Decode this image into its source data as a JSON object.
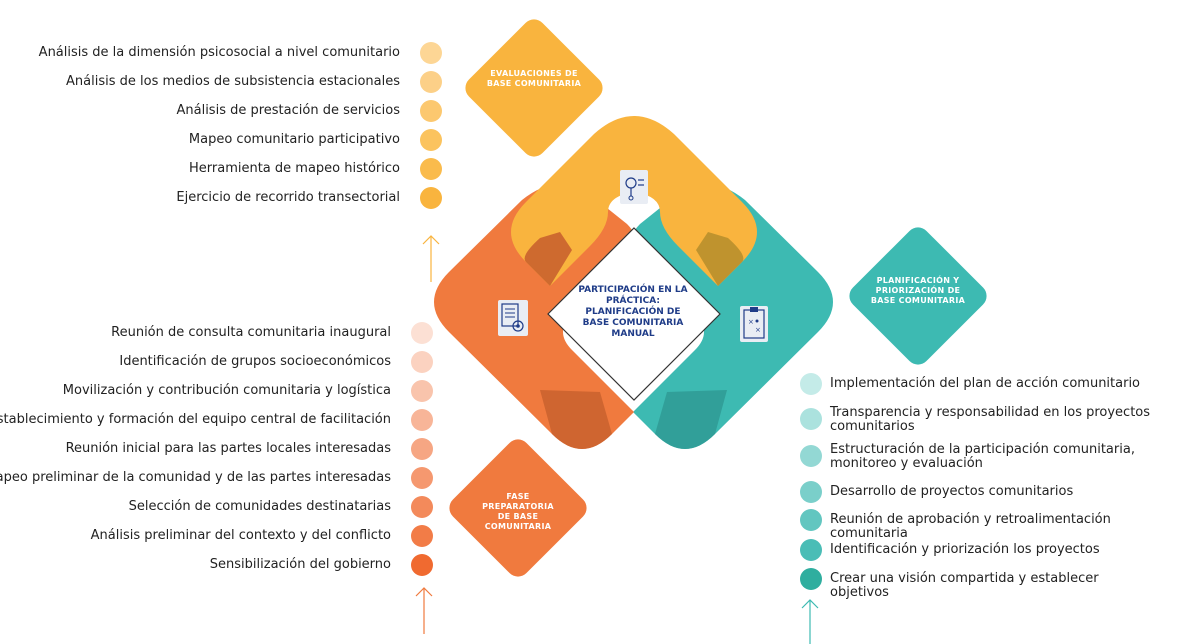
{
  "center_title": "PARTICIPACIÓN EN LA PRÁCTICA: PLANIFICACIÓN DE BASE COMUNITARIA MANUAL",
  "phases": {
    "evaluaciones": {
      "label": "EVALUACIONES DE BASE COMUNITARIA",
      "color": "#f9b43e"
    },
    "planificacion": {
      "label": "PLANIFICACIÓN Y PRIORIZACIÓN DE BASE COMUNITARIA",
      "color": "#3dbab2"
    },
    "preparatoria": {
      "label": "FASE PREPARATORIA DE BASE COMUNITARIA",
      "color": "#f07a3e"
    }
  },
  "evaluaciones_items": [
    {
      "text": "Análisis de la dimensión psicosocial a nivel comunitario",
      "color": "#fdd695"
    },
    {
      "text": "Análisis de los medios de subsistencia estacionales",
      "color": "#fcd088"
    },
    {
      "text": "Análisis de prestación de servicios",
      "color": "#fcc86f"
    },
    {
      "text": "Mapeo comunitario participativo",
      "color": "#fbc35e"
    },
    {
      "text": "Herramienta de mapeo histórico",
      "color": "#fabb4c"
    },
    {
      "text": "Ejercicio de recorrido transectorial",
      "color": "#f9b43e"
    }
  ],
  "preparatoria_items": [
    {
      "text": "Reunión de consulta comunitaria inaugural",
      "color": "#fce0d4"
    },
    {
      "text": "Identificación de grupos socioeconómicos",
      "color": "#fbd2c0"
    },
    {
      "text": "Movilización y contribución comunitaria y logística",
      "color": "#f9c4ac"
    },
    {
      "text": "Establecimiento y formación del equipo central de facilitación",
      "color": "#f8b598"
    },
    {
      "text": "Reunión inicial para las partes locales interesadas",
      "color": "#f6a683"
    },
    {
      "text": "Mapeo preliminar de la comunidad y de las partes interesadas",
      "color": "#f5986f"
    },
    {
      "text": "Selección de comunidades destinatarias",
      "color": "#f38a5b"
    },
    {
      "text": "Análisis preliminar del contexto y del conflicto",
      "color": "#f27c47"
    },
    {
      "text": "Sensibilización del gobierno",
      "color": "#f06a30"
    }
  ],
  "planificacion_items": [
    {
      "text": "Implementación del plan de acción comunitario",
      "color": "#c4ebe8"
    },
    {
      "text": "Transparencia y responsabilidad en los proyectos comunitarios",
      "color": "#abe2de"
    },
    {
      "text": "Estructuración de la participación comunitaria, monitoreo y evaluación",
      "color": "#93d8d4"
    },
    {
      "text": "Desarrollo de proyectos comunitarios",
      "color": "#7acfca"
    },
    {
      "text": "Reunión de aprobación y retroalimentación comunitaria",
      "color": "#62c6c0"
    },
    {
      "text": "Identificación y priorización los proyectos",
      "color": "#4abdb6"
    },
    {
      "text": "Crear una visión compartida y establecer objetivos",
      "color": "#2fae9f"
    }
  ]
}
